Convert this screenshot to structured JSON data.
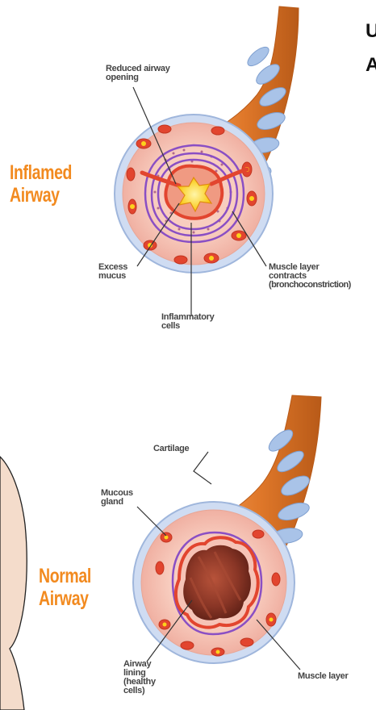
{
  "title": {
    "line1": "U",
    "line2": "A"
  },
  "inflamed": {
    "heading": {
      "line1": "Inflamed",
      "line2": "Airway"
    },
    "labels": {
      "reduced_opening": [
        "Reduced airway",
        "opening"
      ],
      "excess_mucus": [
        "Excess",
        "mucus"
      ],
      "muscle_contracts": [
        "Muscle layer",
        "contracts",
        "(bronchoconstriction)"
      ],
      "inflammatory_cells": [
        "Inflammatory",
        "cells"
      ]
    }
  },
  "normal": {
    "heading": {
      "line1": "Normal",
      "line2": "Airway"
    },
    "labels": {
      "cartilage": [
        "Cartilage"
      ],
      "mucous_gland": [
        "Mucous",
        "gland"
      ],
      "airway_lining": [
        "Airway",
        "lining",
        "(healthy",
        "cells)"
      ],
      "muscle_layer": [
        "Muscle layer"
      ]
    }
  },
  "colors": {
    "heading": "#f28a1f",
    "tube_orange": "#e67e2a",
    "cartilage_blue": "#a9c3e8",
    "lining_pink": "#f6c3b6",
    "inflamed_red": "#e2452f",
    "muscle_purple": "#8a4fc4",
    "mucus_yellow": "#fcd21c",
    "lumen_brown": "#7a3224",
    "skin": "#f4dccb"
  }
}
